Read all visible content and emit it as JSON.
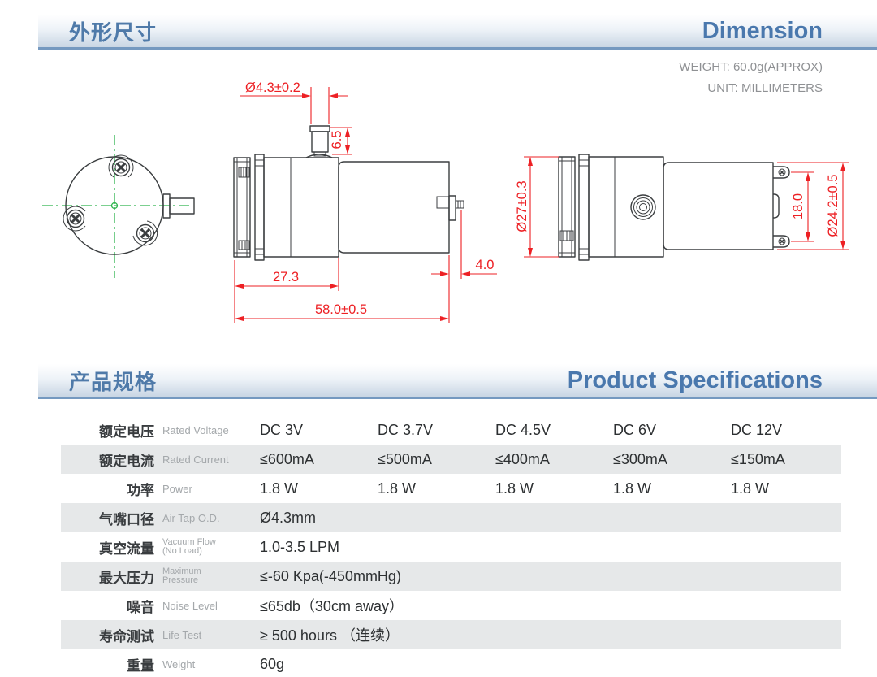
{
  "section_dimension": {
    "title_cn": "外形尺寸",
    "title_en": "Dimension",
    "weight_note": "WEIGHT: 60.0g(APPROX)",
    "unit_note": "UNIT: MILLIMETERS"
  },
  "drawing": {
    "dims": {
      "nozzle_od": "Ø4.3±0.2",
      "nozzle_h": "6.5",
      "head_len": "27.3",
      "total_len": "58.0±0.5",
      "shaft": "4.0",
      "head_od": "Ø27±0.3",
      "screw_span": "18.0",
      "motor_od": "Ø24.2±0.5"
    },
    "colors": {
      "dimension_red": "#ed2024",
      "centerline_green": "#2eb44d",
      "outline": "#3b3e40"
    }
  },
  "section_specs": {
    "title_cn": "产品规格",
    "title_en": "Product Specifications"
  },
  "specs": {
    "rows": [
      {
        "cn": "额定电压",
        "en": "Rated Voltage",
        "values": [
          "DC 3V",
          "DC 3.7V",
          "DC 4.5V",
          "DC 6V",
          "DC 12V"
        ]
      },
      {
        "cn": "额定电流",
        "en": "Rated Current",
        "values": [
          "≤600mA",
          "≤500mA",
          "≤400mA",
          "≤300mA",
          "≤150mA"
        ]
      },
      {
        "cn": "功率",
        "en": "Power",
        "values": [
          "1.8 W",
          "1.8 W",
          "1.8 W",
          "1.8 W",
          "1.8 W"
        ]
      },
      {
        "cn": "气嘴口径",
        "en": "Air Tap O.D.",
        "values": [
          "Ø4.3mm"
        ]
      },
      {
        "cn": "真空流量",
        "en": "Vacuum Flow",
        "en2": "(No Load)",
        "values": [
          "1.0-3.5 LPM"
        ]
      },
      {
        "cn": "最大压力",
        "en": "Maximum",
        "en2": "Pressure",
        "values": [
          "≤-60 Kpa(-450mmHg)"
        ]
      },
      {
        "cn": "噪音",
        "en": "Noise Level",
        "values": [
          "≤65db（30cm away）"
        ]
      },
      {
        "cn": "寿命测试",
        "en": "Life Test",
        "values": [
          "≥ 500 hours （连续）"
        ]
      },
      {
        "cn": "重量",
        "en": "Weight",
        "values": [
          "60g"
        ]
      }
    ],
    "stripe_color": "#e6e8e9"
  }
}
